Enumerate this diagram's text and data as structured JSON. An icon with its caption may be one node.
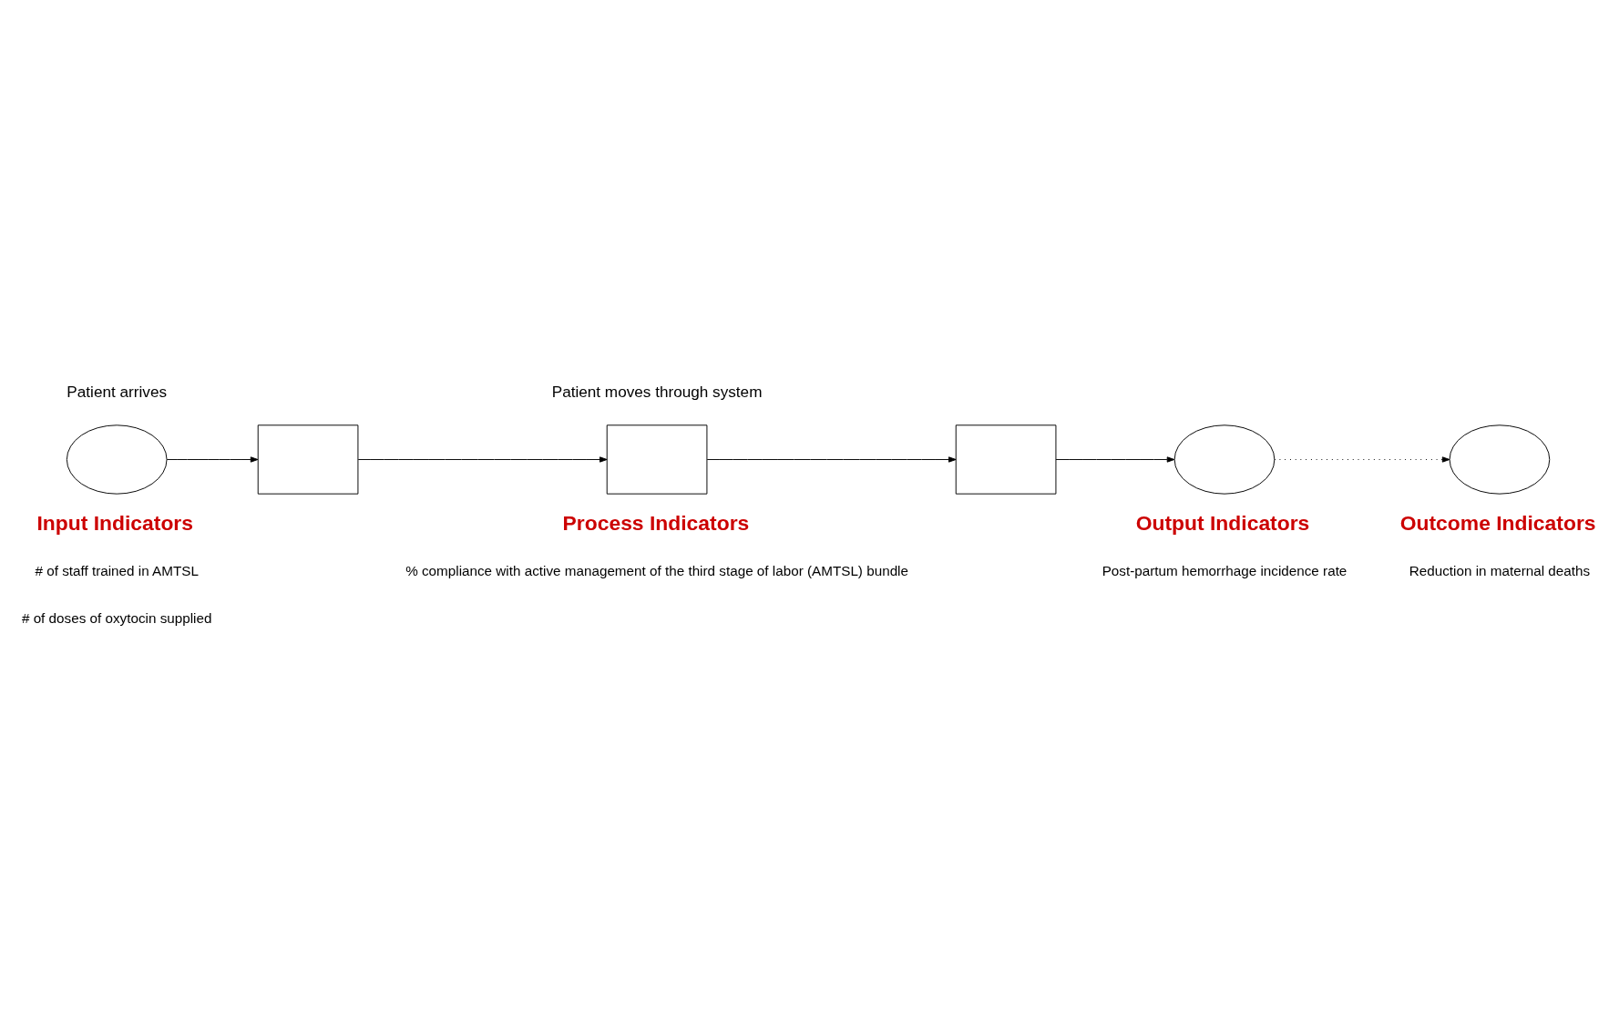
{
  "diagram": {
    "nodes": [
      {
        "text": [],
        "shape": "ellipse"
      },
      {
        "text": [],
        "shape": "box"
      },
      {
        "text": [],
        "shape": "box"
      },
      {
        "text": [],
        "shape": "box"
      },
      {
        "text": [],
        "shape": "ellipse"
      },
      {
        "text": [],
        "shape": "ellipse"
      }
    ],
    "edges": [
      {
        "from": 0,
        "to": 1,
        "arrow": "to"
      },
      {
        "from": 1,
        "to": 2,
        "arrow": "to"
      },
      {
        "from": 2,
        "to": 3,
        "arrow": "to"
      },
      {
        "from": 3,
        "to": 4,
        "arrow": "to"
      },
      {
        "from": 4,
        "to": 5,
        "arrow": "to",
        "style": "dashed"
      }
    ],
    "labels": [
      "Patient arrives",
      "Patient moves through system",
      "Input Indicators",
      "# of staff trained in AMTSL",
      "# of doses of oxytocin supplied",
      "Process Indicators",
      "% compliance with active management of the third stage of labor (AMTSL) bundle",
      "Output Indicators",
      "Post-partum hemorrhage incidence rate",
      "Outcome Indicators",
      "Reduction in maternal deaths"
    ]
  }
}
